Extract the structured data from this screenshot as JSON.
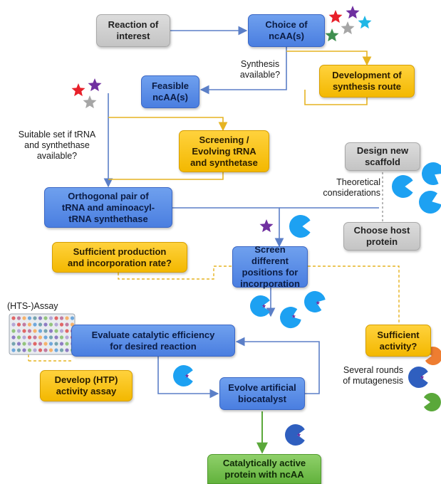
{
  "boxes": {
    "reaction_of_interest": "Reaction of\ninterest",
    "choice_of_ncaa": "Choice of\nncAA(s)",
    "development_of_synthesis": "Development of\nsynthesis route",
    "feasible_ncaa": "Feasible\nncAA(s)",
    "screening_evolving": "Screening /\nEvolving tRNA\nand synthetase",
    "design_new_scaffold": "Design new\nscaffold",
    "orthogonal_pair": "Orthogonal pair of\ntRNA and aminoacyl-\ntRNA synthethase",
    "choose_host_protein": "Choose host\nprotein",
    "sufficient_production": "Sufficient production\nand incorporation rate?",
    "screen_positions": "Screen different\npositions for\nincorporation",
    "evaluate_efficiency": "Evaluate catalytic efficiency\nfor desired reaction",
    "sufficient_activity": "Sufficient\nactivity?",
    "develop_assay": "Develop (HTP)\nactivity assay",
    "evolve_biocatalyst": "Evolve artificial\nbiocatalyst",
    "catalytically_active": "Catalytically active\nprotein with ncAA"
  },
  "labels": {
    "synthesis_available": "Synthesis\navailable?",
    "suitable_set": "Suitable set if tRNA\nand synthethase\navailable?",
    "theoretical": "Theoretical\nconsiderations",
    "hts_assay": "(HTS-)Assay",
    "several_rounds": "Several rounds\nof mutagenesis"
  },
  "colors": {
    "blue_box": "#5b8de8",
    "gray_box": "#cfcfcf",
    "yellow_box": "#fbc413",
    "green_box": "#78c150",
    "blue_arrow": "#5b7fc7",
    "yellow_arrow": "#e6b422",
    "green_arrow": "#5aa83a",
    "protein_light_blue": "#1da1f2",
    "protein_dark_blue": "#2f5fbf",
    "protein_orange": "#ee7d31",
    "protein_green": "#5aa83a",
    "star_red": "#e8202a",
    "star_purple": "#7030a0",
    "star_gray": "#a6a6a6",
    "star_cyan": "#1fb7e6",
    "star_green": "#3f8f4f"
  },
  "icons": [
    "star-icon",
    "protein-pacman-icon",
    "well-plate-icon",
    "arrow-icon"
  ]
}
